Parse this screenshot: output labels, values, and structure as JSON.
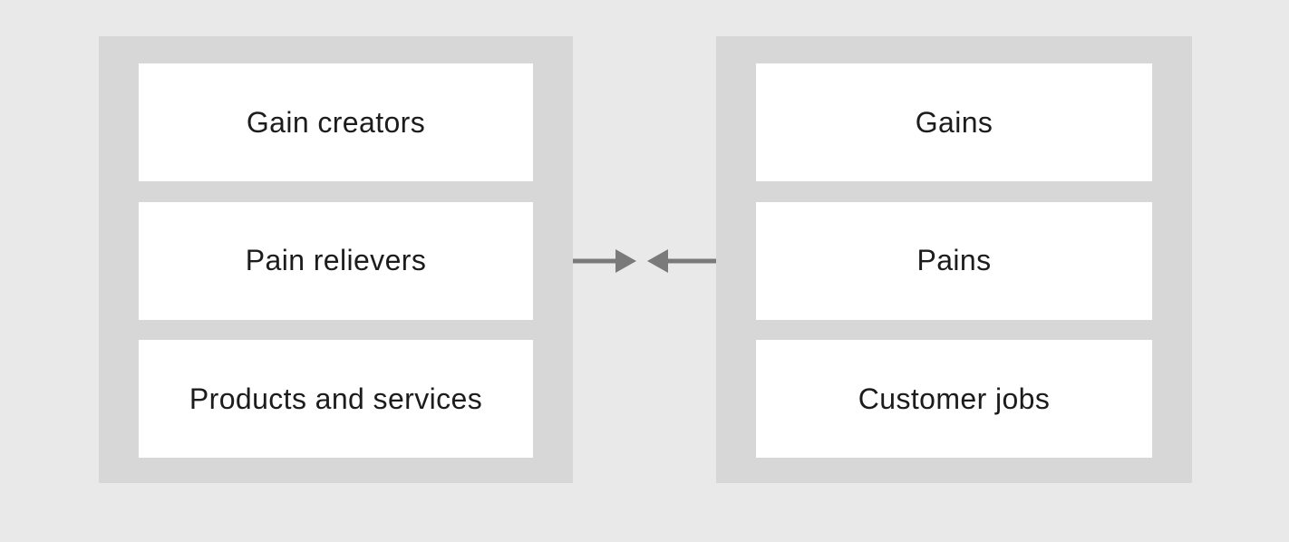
{
  "diagram": {
    "left_panel": {
      "items": [
        {
          "label": "Gain creators"
        },
        {
          "label": "Pain relievers"
        },
        {
          "label": "Products and services"
        }
      ]
    },
    "right_panel": {
      "items": [
        {
          "label": "Gains"
        },
        {
          "label": "Pains"
        },
        {
          "label": "Customer jobs"
        }
      ]
    },
    "connector": {
      "icons": [
        "arrow-right-icon",
        "arrow-left-icon"
      ]
    },
    "colors": {
      "page_background": "#e9e9ea",
      "panel_background": "#d7d7d7",
      "box_background": "#ffffff",
      "arrow": "#7a7a7a",
      "text": "#1c1c1c"
    }
  }
}
